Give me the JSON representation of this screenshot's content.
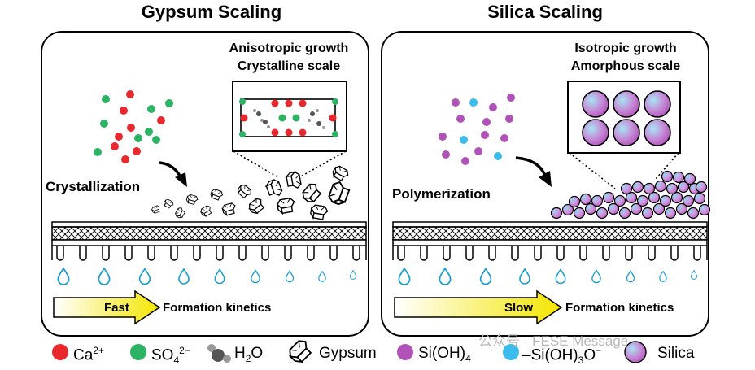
{
  "titles": {
    "left": "Gypsum Scaling",
    "right": "Silica Scaling"
  },
  "left_panel": {
    "inset_title_1": "Anisotropic growth",
    "inset_title_2": "Crystalline scale",
    "process_label": "Crystallization",
    "speed_label": "Fast",
    "kinetics_label": "Formation kinetics"
  },
  "right_panel": {
    "inset_title_1": "Isotropic growth",
    "inset_title_2": "Amorphous scale",
    "process_label": "Polymerization",
    "speed_label": "Slow",
    "kinetics_label": "Formation kinetics"
  },
  "legend": {
    "ca": "Ca",
    "ca_sup": "2+",
    "so4": "SO",
    "so4_sub": "4",
    "so4_sup": "2−",
    "h2o": "H",
    "h2o_sub": "2",
    "h2o_o": "O",
    "gypsum": "Gypsum",
    "sioh4": "Si(OH)",
    "sioh4_sub": "4",
    "sio": "–Si(OH)",
    "sio_sub": "3",
    "sio_o": "O",
    "sio_sup": "−",
    "silica": "Silica"
  },
  "colors": {
    "calcium": "#e8282c",
    "sulfate": "#2cb464",
    "silicic": "#b052b8",
    "silanol": "#3cbcec",
    "water_drop": "#1a9ed0",
    "fast_arrow": "#f4e600"
  },
  "watermark": "公众号 · FESE Message"
}
